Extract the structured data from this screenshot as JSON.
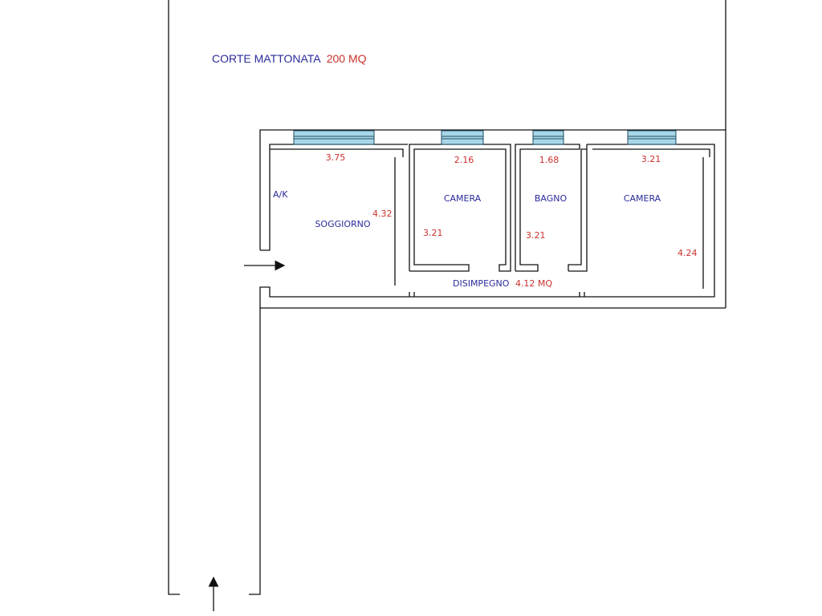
{
  "court": {
    "name": "CORTE MATTONATA",
    "area": "200 MQ"
  },
  "rooms": {
    "soggiorno": {
      "label": "SOGGIORNO",
      "width": "3.75",
      "depth": "4.32"
    },
    "kitchen": {
      "label": "A/K"
    },
    "camera1": {
      "label": "CAMERA",
      "width": "2.16",
      "depth": "3.21"
    },
    "bagno": {
      "label": "BAGNO",
      "width": "1.68",
      "depth": "3.21"
    },
    "camera2": {
      "label": "CAMERA",
      "width": "3.21",
      "depth": "4.24"
    },
    "disimpegno": {
      "label": "DISIMPEGNO",
      "area": "4.12 MQ"
    }
  },
  "colors": {
    "label": "#2b2b9a",
    "measure": "#c8322c",
    "wall": "#111111",
    "window": "#a9d6e6"
  }
}
